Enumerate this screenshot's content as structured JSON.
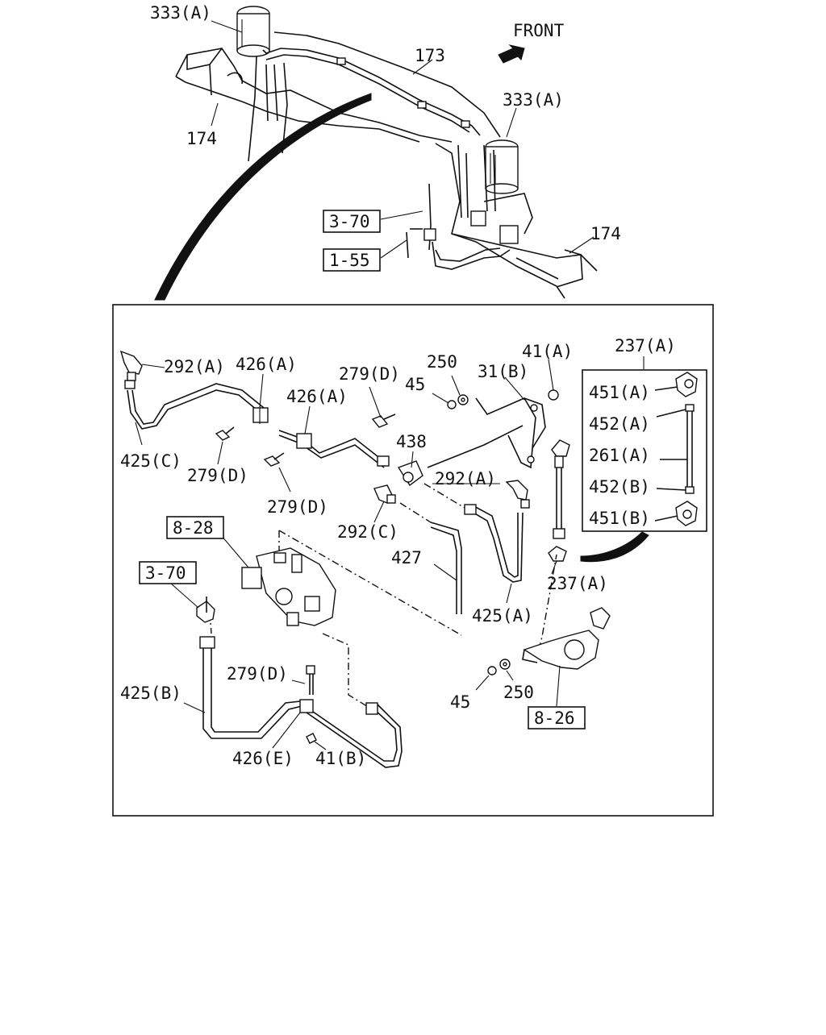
{
  "overview": {
    "direction_label": "FRONT",
    "labels": {
      "tank_left": "333(A)",
      "pipe_top": "173",
      "tank_right": "333(A)",
      "frame_left": "174",
      "frame_right": "174",
      "ref_3_70": "3-70",
      "ref_1_55": "1-55"
    }
  },
  "detail": {
    "labels": {
      "elbow_292a_top": "292(A)",
      "clip_426a_top": "426(A)",
      "bolt_279d_top": "279(D)",
      "washer_250_top": "250",
      "nut_45_top": "45",
      "bracket_31b": "31(B)",
      "nut_41a": "41(A)",
      "clip_426a_mid": "426(A)",
      "pipe_425c": "425(C)",
      "bolt_279d_left": "279(D)",
      "tee_438": "438",
      "elbow_292a_mid": "292(A)",
      "bolt_279d_mid": "279(D)",
      "elbow_292c": "292(C)",
      "ref_8_28": "8-28",
      "hose_427": "427",
      "ref_3_70": "3-70",
      "pipe_425a": "425(A)",
      "rod_237a": "237(A)",
      "bolt_279d_low": "279(D)",
      "pipe_425b": "425(B)",
      "clip_426e": "426(E)",
      "nut_41b": "41(B)",
      "nut_45_low": "45",
      "washer_250_low": "250",
      "ref_8_26": "8-26"
    },
    "inset": {
      "title": "237(A)",
      "items": [
        "451(A)",
        "452(A)",
        "261(A)",
        "452(B)",
        "451(B)"
      ]
    }
  }
}
